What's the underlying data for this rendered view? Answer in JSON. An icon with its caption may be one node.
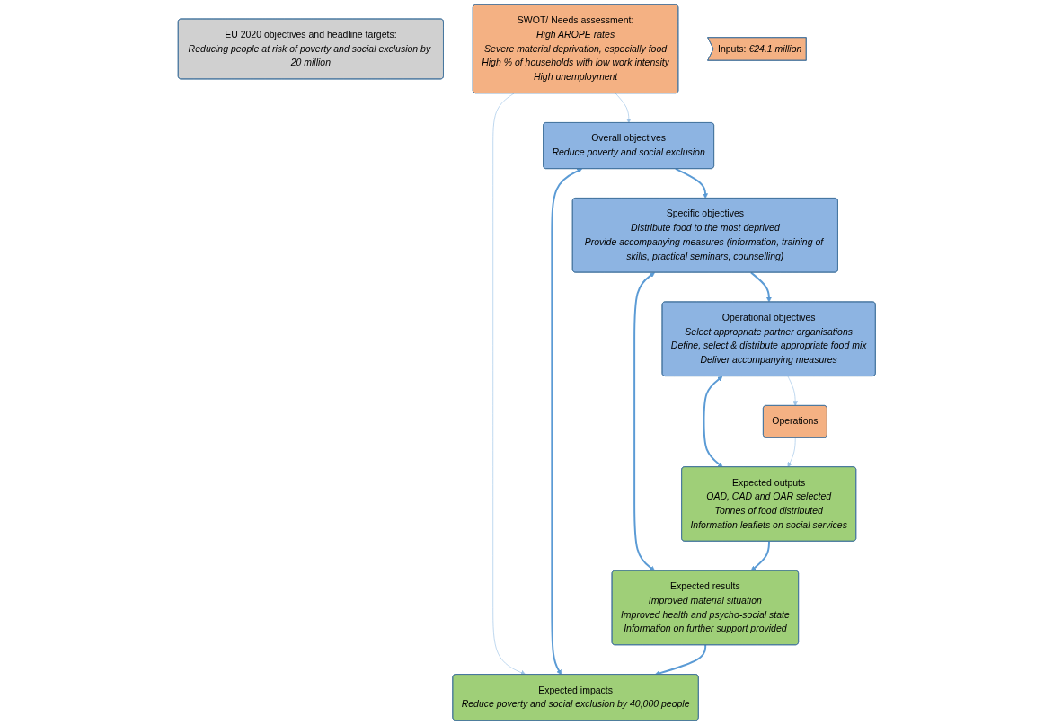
{
  "diagram": {
    "nodes": [
      {
        "text": [
          "EU 2020 objectives and headline targets:",
          "*Reducing people at risk of poverty and social exclusion by 20 million*"
        ]
      },
      {
        "text": [
          "SWOT/ Needs assessment:",
          "*High AROPE rates*",
          "*Severe material deprivation, especially food*",
          "*High % of households with low work intensity*",
          "*High unemployment*"
        ]
      },
      {
        "text": [
          "Overall objectives",
          "*Reduce poverty and social exclusion*"
        ]
      },
      {
        "text": [
          "Expected impacts",
          "*Reduce poverty and social exclusion by 40,000 people*"
        ]
      },
      {
        "text": [
          "Specific objectives",
          "*Distribute food to the most deprived*",
          "*Provide accompanying measures (information, training of skills, practical seminars, counselling)*"
        ]
      },
      {
        "text": [
          "Expected results",
          "*Improved material situation*",
          "*Improved health and psycho-social state*",
          "*Information on further support provided*"
        ]
      },
      {
        "text": [
          "Operational objectives",
          "*Select appropriate partner organisations*",
          "*Define, select & distribute appropriate food mix*",
          "*Deliver accompanying measures*"
        ]
      },
      {
        "text": [
          "Expected outputs",
          "*OAD, CAD and OAR selected*",
          "*Tonnes of food distributed*",
          "*Information leaflets on social services*"
        ]
      },
      {
        "text": [
          "Inputs: *€24.1 million*"
        ]
      },
      {
        "text": [
          "Operations"
        ]
      }
    ],
    "edges": [
      {
        "from": 1,
        "to": 2,
        "arrow": "to",
        "color": "#9dc3e6"
      },
      {
        "from": 1,
        "to": 3,
        "arrow": "to",
        "color": "#9dc3e6"
      },
      {
        "from": 2,
        "to": 3,
        "arrow": "both"
      },
      {
        "from": 2,
        "to": 4,
        "arrow": "to"
      },
      {
        "from": 4,
        "to": 5,
        "arrow": "both"
      },
      {
        "from": 4,
        "to": 6,
        "arrow": "to"
      },
      {
        "from": 6,
        "to": 7,
        "arrow": "both"
      },
      {
        "from": 6,
        "to": 9,
        "arrow": "to",
        "color": "#9dc3e6"
      },
      {
        "from": 9,
        "to": 7,
        "arrow": "to",
        "color": "#9dc3e6"
      },
      {
        "from": 7,
        "to": 5,
        "arrow": "to"
      },
      {
        "from": 5,
        "to": 3,
        "arrow": "to"
      }
    ]
  }
}
